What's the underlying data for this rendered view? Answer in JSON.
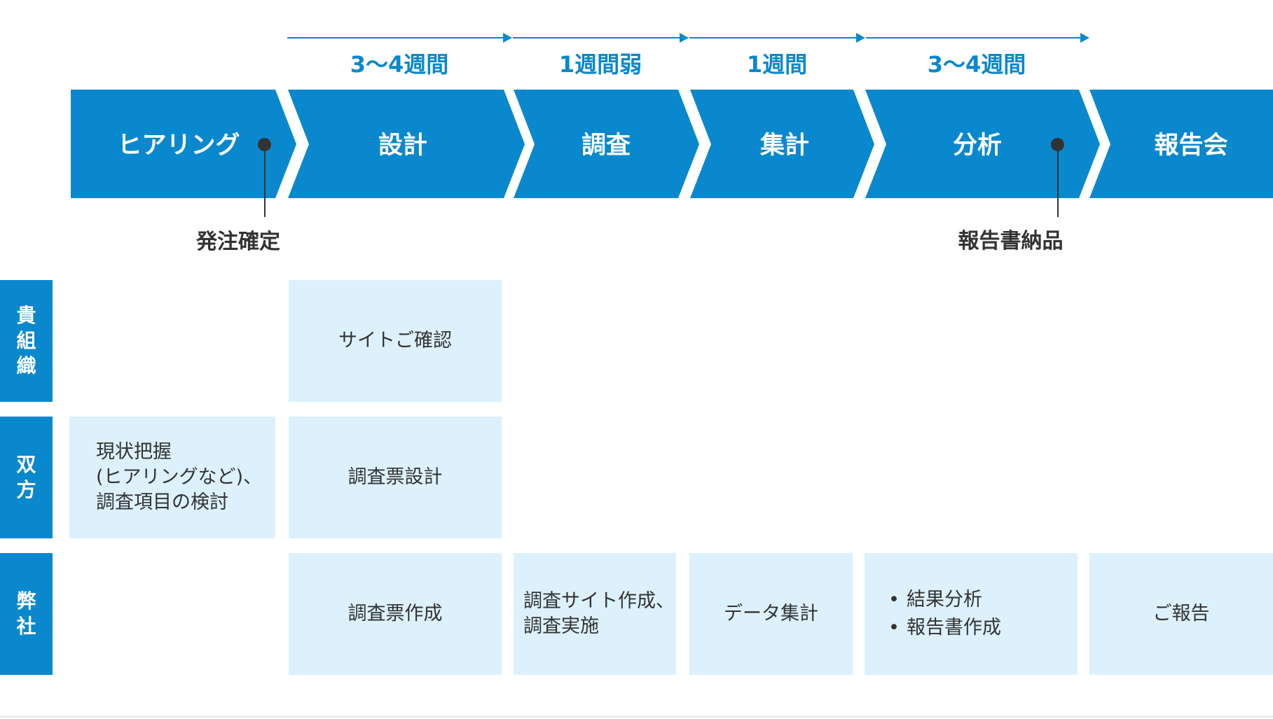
{
  "durations": [
    "3〜4週間",
    "1週間弱",
    "1週間",
    "3〜4週間"
  ],
  "phases": [
    "ヒアリング",
    "設計",
    "調査",
    "集計",
    "分析",
    "報告会"
  ],
  "milestones": [
    "発注確定",
    "報告書納品"
  ],
  "parties": [
    "貴組織",
    "双方",
    "弊社"
  ],
  "tasks": {
    "client_site_check": "サイトご確認",
    "both_current_state": "現状把握\n(ヒアリングなど)、\n調査項目の検討",
    "both_questionnaire_design": "調査票設計",
    "us_questionnaire_creation": "調査票作成",
    "us_survey_site": "調査サイト作成、\n調査実施",
    "us_data_tabulation": "データ集計",
    "us_analysis_items": [
      "結果分析",
      "報告書作成"
    ],
    "us_report": "ご報告"
  },
  "colors": {
    "primary_blue": "#0a88cd",
    "cell_light_blue": "#dcf1fc",
    "dark_text": "#333333",
    "white": "#ffffff"
  },
  "icons": [
    "arrow-right-icon",
    "milestone-dot-icon"
  ]
}
